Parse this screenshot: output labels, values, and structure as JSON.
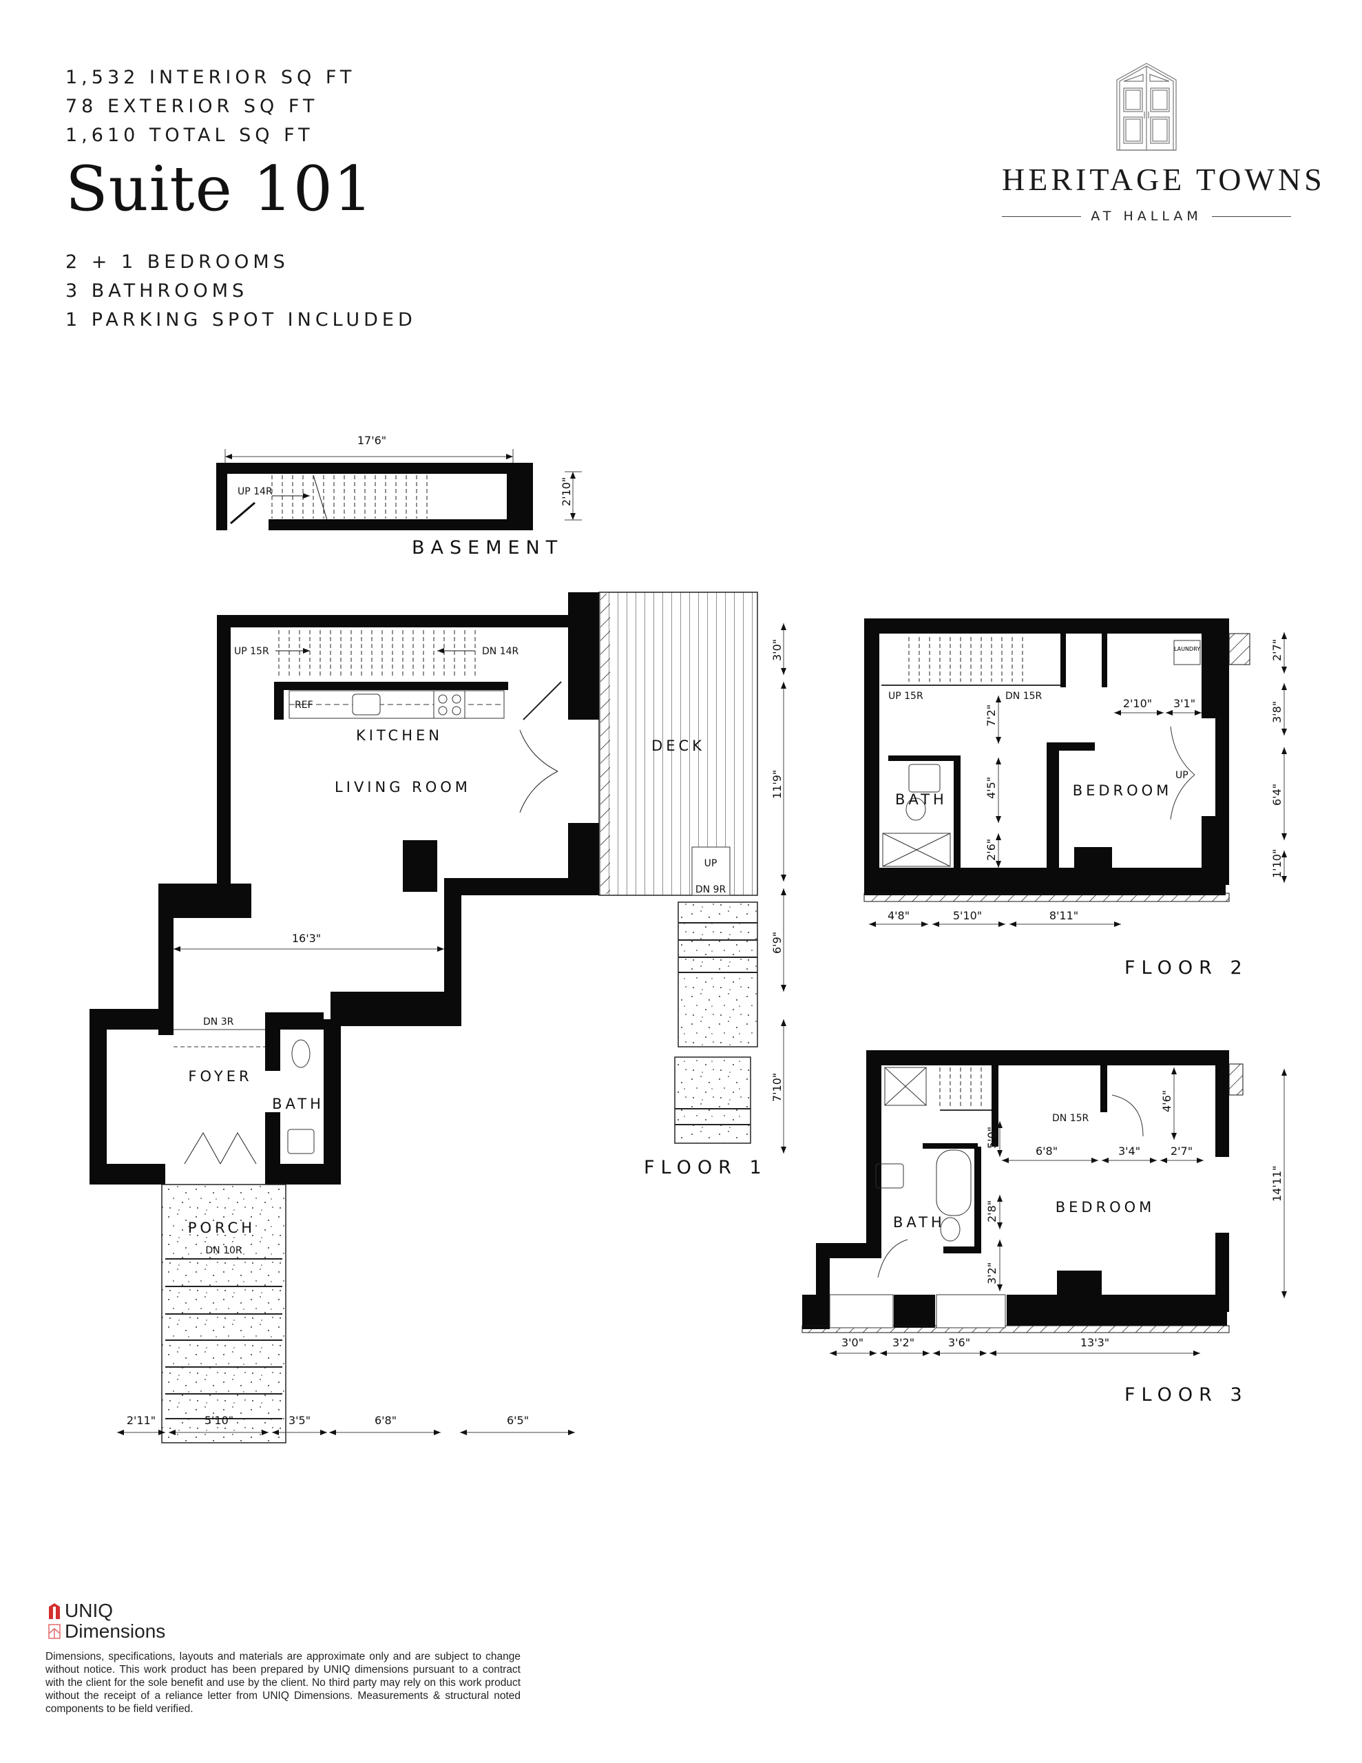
{
  "specs": {
    "interior": "1,532 INTERIOR SQ FT",
    "exterior": "78 EXTERIOR SQ FT",
    "total": "1,610 TOTAL SQ FT"
  },
  "suite_title": "Suite 101",
  "features": {
    "bedrooms": "2 + 1 BEDROOMS",
    "bathrooms": "3 BATHROOMS",
    "parking": "1 PARKING SPOT INCLUDED"
  },
  "brand": {
    "name": "HERITAGE TOWNS",
    "subtitle": "AT HALLAM",
    "icon": "double-door-icon"
  },
  "basement": {
    "label": "BASEMENT",
    "stairs": "UP 14R",
    "dims": {
      "width": "17'6\"",
      "depth": "2'10\""
    }
  },
  "floor1": {
    "label": "FLOOR 1",
    "rooms": {
      "kitchen": "KITCHEN",
      "living": "LIVING ROOM",
      "deck": "DECK",
      "foyer": "FOYER",
      "bath": "BATH",
      "porch": "PORCH"
    },
    "fixtures": {
      "ref": "REF"
    },
    "stairs": {
      "up": "UP 15R",
      "dn": "DN 14R",
      "deck_up": "UP",
      "deck_dn": "DN 9R",
      "foyer_dn": "DN 3R",
      "porch_dn": "DN 10R"
    },
    "dims": {
      "interior_width": "16'3\"",
      "right": [
        "3'0\"",
        "11'9\"",
        "6'9\"",
        "7'10\""
      ],
      "bottom": [
        "2'11\"",
        "5'10\"",
        "3'5\"",
        "6'8\"",
        "6'5\""
      ]
    }
  },
  "floor2": {
    "label": "FLOOR 2",
    "rooms": {
      "bath": "BATH",
      "bedroom": "BEDROOM",
      "laundry": "LAUNDRY"
    },
    "stairs": {
      "up": "UP 15R",
      "dn": "DN 15R",
      "up_arrow": "UP"
    },
    "dims": {
      "inner_v": [
        "7'2\"",
        "4'5\"",
        "2'6\""
      ],
      "inner_h": [
        "2'10\"",
        "3'1\""
      ],
      "right": [
        "2'7\"",
        "3'8\"",
        "6'4\"",
        "1'10\""
      ],
      "bottom": [
        "4'8\"",
        "5'10\"",
        "8'11\""
      ]
    }
  },
  "floor3": {
    "label": "FLOOR 3",
    "rooms": {
      "bath": "BATH",
      "bedroom": "BEDROOM"
    },
    "stairs": {
      "dn": "DN 15R"
    },
    "dims": {
      "inner_v": [
        "5'0\"",
        "2'8\"",
        "3'2\""
      ],
      "inner_h": [
        "6'8\"",
        "3'4\"",
        "2'7\""
      ],
      "closet": "4'6\"",
      "right": "14'11\"",
      "bottom": [
        "3'0\"",
        "3'2\"",
        "3'6\"",
        "13'3\""
      ]
    }
  },
  "footer": {
    "logo_line1": "UNIQ",
    "logo_line2": "Dimensions",
    "logo_color": "#d32f2f",
    "disclaimer": "Dimensions, specifications, layouts and materials are approximate only and are subject to change without notice. This work product has been prepared by UNIQ dimensions pursuant to a contract with the client for the sole benefit and use by the client. No third party may rely on this work product without the receipt of a reliance letter from UNIQ Dimensions. Measurements & structural noted components to be field verified."
  }
}
